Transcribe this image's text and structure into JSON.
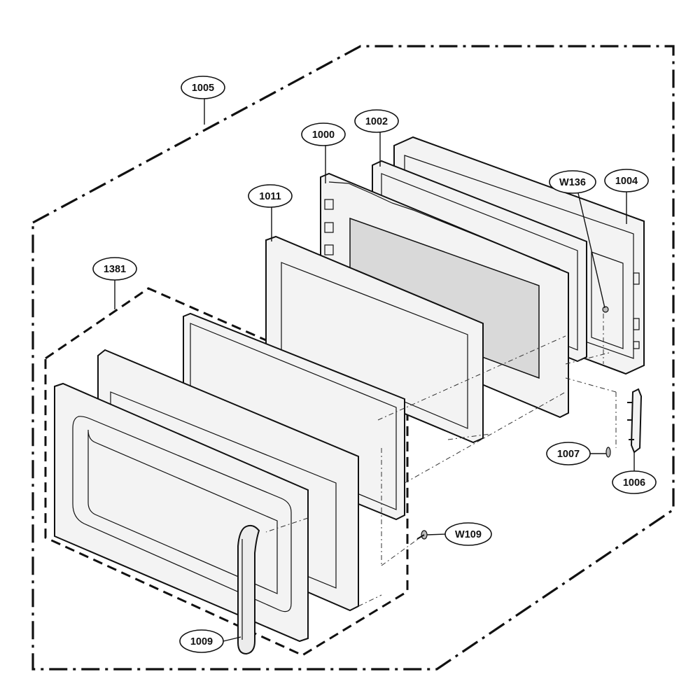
{
  "callouts": {
    "c1005": "1005",
    "c1002": "1002",
    "c1000": "1000",
    "c1011": "1011",
    "cW136": "W136",
    "c1004": "1004",
    "c1381": "1381",
    "c1007": "1007",
    "c1006": "1006",
    "cW109": "W109",
    "c1009": "1009"
  }
}
